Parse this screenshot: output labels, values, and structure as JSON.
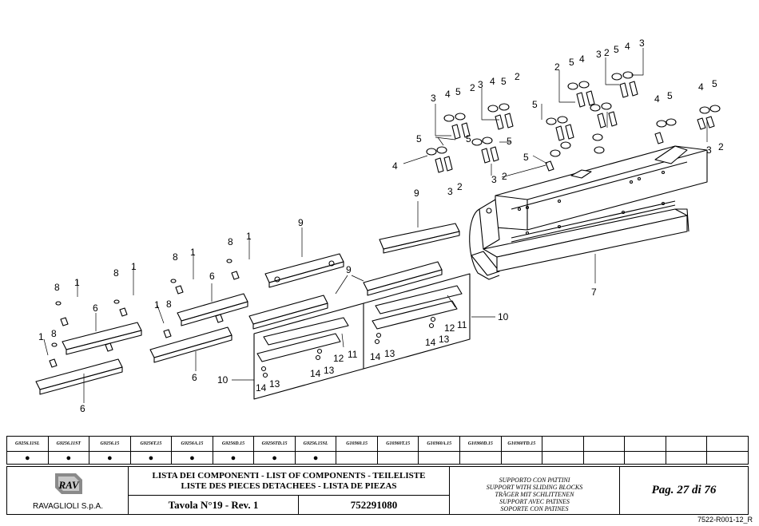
{
  "callouts": {
    "c1": "1",
    "c2": "2",
    "c3": "3",
    "c4": "4",
    "c5": "5",
    "c6": "6",
    "c7": "7",
    "c8": "8",
    "c9": "9",
    "c10": "10",
    "c11": "11",
    "c12": "12",
    "c13": "13",
    "c14": "14"
  },
  "models": [
    {
      "code": "G9256.11SL",
      "included": "●"
    },
    {
      "code": "G9256.11ST",
      "included": "●"
    },
    {
      "code": "G9256.15",
      "included": "●"
    },
    {
      "code": "G9256T.15",
      "included": "●"
    },
    {
      "code": "G9256A.15",
      "included": "●"
    },
    {
      "code": "G9256D.15",
      "included": "●"
    },
    {
      "code": "G9256TD.15",
      "included": "●"
    },
    {
      "code": "G9256.15SL",
      "included": "●"
    },
    {
      "code": "G10360.15",
      "included": ""
    },
    {
      "code": "G10360T.15",
      "included": ""
    },
    {
      "code": "G10360A.15",
      "included": ""
    },
    {
      "code": "G10360D.15",
      "included": ""
    },
    {
      "code": "G10360TD.15",
      "included": ""
    },
    {
      "code": "",
      "included": ""
    },
    {
      "code": "",
      "included": ""
    },
    {
      "code": "",
      "included": ""
    },
    {
      "code": "",
      "included": ""
    },
    {
      "code": "",
      "included": ""
    }
  ],
  "title_block": {
    "company": "RAVAGLIOLI S.p.A.",
    "logo_text": "RAV",
    "list_title_line1": "LISTA DEI COMPONENTI - LIST OF COMPONENTS - TEILELISTE",
    "list_title_line2": "LISTE DES PIECES DETACHEES - LISTA DE PIEZAS",
    "tavola": "Tavola N°19 - Rev. 1",
    "code": "752291080",
    "description": [
      "SUPPORTO CON PATTINI",
      "SUPPORT WITH SLIDING BLOCKS",
      "TRÄGER MIT SCHLITTENEN",
      "SUPPORT AVEC PATINES",
      "SOPORTE CON PATINES"
    ],
    "page": "Pag. 27 di 76",
    "doc_ref": "7522-R001-12_R"
  }
}
